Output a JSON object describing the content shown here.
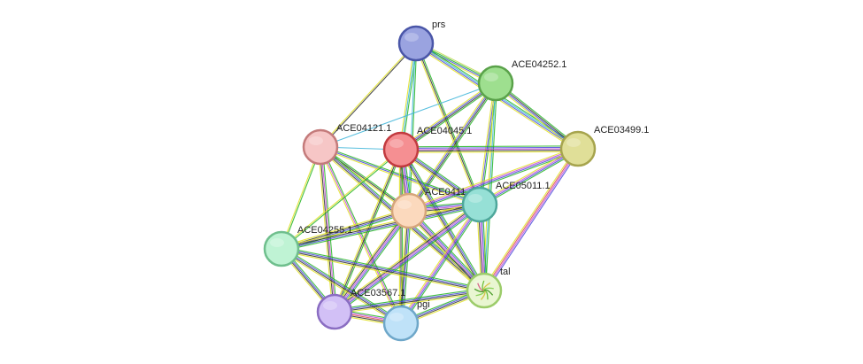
{
  "network": {
    "nodes": [
      {
        "id": "prs",
        "label": "prs",
        "fill": "#9aa3e0",
        "stroke": "#4a56a8"
      },
      {
        "id": "ACE04252.1",
        "label": "ACE04252.1",
        "fill": "#9edf8f",
        "stroke": "#5aa24a"
      },
      {
        "id": "ACE04121.1",
        "label": "ACE04121.1",
        "fill": "#f6c6c6",
        "stroke": "#c47b7b"
      },
      {
        "id": "ACE04045.1",
        "label": "ACE04045.1",
        "fill": "#f58f92",
        "stroke": "#c23a3f"
      },
      {
        "id": "ACE03499.1",
        "label": "ACE03499.1",
        "fill": "#e0df98",
        "stroke": "#a6a44d"
      },
      {
        "id": "ACE0411",
        "label": "ACE0411",
        "fill": "#fbd9bd",
        "stroke": "#d6a57b"
      },
      {
        "id": "ACE05011.1",
        "label": "ACE05011.1",
        "fill": "#96e0d6",
        "stroke": "#4ea79b"
      },
      {
        "id": "ACE04255.1",
        "label": "ACE04255.1",
        "fill": "#bff3d4",
        "stroke": "#6fbf8d"
      },
      {
        "id": "tal",
        "label": "tal",
        "fill": "#e9f6d2",
        "stroke": "#9ccc6a"
      },
      {
        "id": "ACE03567.1",
        "label": "ACE03567.1",
        "fill": "#d2c0f6",
        "stroke": "#8a6dc2"
      },
      {
        "id": "pgi",
        "label": "pgi",
        "fill": "#bfe2f8",
        "stroke": "#6ea7c9"
      }
    ],
    "edges": [
      {
        "from": "prs",
        "to": "ACE04252.1",
        "colors": [
          "#b8d64a",
          "#22b422",
          "#4a4ad8",
          "#e0e020"
        ]
      },
      {
        "from": "prs",
        "to": "ACE04121.1",
        "colors": [
          "#333333",
          "#e0e020"
        ]
      },
      {
        "from": "prs",
        "to": "ACE04045.1",
        "colors": [
          "#22b422",
          "#3bb4d8",
          "#e0e020"
        ]
      },
      {
        "from": "prs",
        "to": "ACE03499.1",
        "colors": [
          "#22b422",
          "#3bb4d8",
          "#4a4ad8",
          "#e0e020"
        ]
      },
      {
        "from": "prs",
        "to": "ACE0411",
        "colors": [
          "#22b422",
          "#3bb4d8"
        ]
      },
      {
        "from": "prs",
        "to": "ACE05011.1",
        "colors": [
          "#22b422",
          "#333333",
          "#e0e020"
        ]
      },
      {
        "from": "ACE04252.1",
        "to": "ACE04121.1",
        "colors": [
          "#3bb4d8"
        ]
      },
      {
        "from": "ACE04252.1",
        "to": "ACE04045.1",
        "colors": [
          "#22b422",
          "#333333",
          "#4a4ad8",
          "#e0e020"
        ]
      },
      {
        "from": "ACE04252.1",
        "to": "ACE03499.1",
        "colors": [
          "#22b422",
          "#333333",
          "#4a4ad8",
          "#e0e020"
        ]
      },
      {
        "from": "ACE04252.1",
        "to": "ACE0411",
        "colors": [
          "#22b422",
          "#333333",
          "#4a4ad8",
          "#e0e020"
        ]
      },
      {
        "from": "ACE04252.1",
        "to": "ACE05011.1",
        "colors": [
          "#22b422",
          "#4a4ad8",
          "#e0e020"
        ]
      },
      {
        "from": "ACE04252.1",
        "to": "tal",
        "colors": [
          "#22b422",
          "#3bb4d8",
          "#e0e020"
        ]
      },
      {
        "from": "ACE04121.1",
        "to": "ACE04045.1",
        "colors": [
          "#3bb4d8"
        ]
      },
      {
        "from": "ACE04121.1",
        "to": "ACE0411",
        "colors": [
          "#22b422",
          "#333333",
          "#e0e020"
        ]
      },
      {
        "from": "ACE04121.1",
        "to": "ACE05011.1",
        "colors": [
          "#22b422",
          "#4a4ad8",
          "#e0e020"
        ]
      },
      {
        "from": "ACE04121.1",
        "to": "ACE04255.1",
        "colors": [
          "#22b422",
          "#e0e020"
        ]
      },
      {
        "from": "ACE04121.1",
        "to": "tal",
        "colors": [
          "#22b422",
          "#4a4ad8",
          "#333333",
          "#e0e020"
        ]
      },
      {
        "from": "ACE04121.1",
        "to": "ACE03567.1",
        "colors": [
          "#22b422",
          "#c34ad8",
          "#333333",
          "#e0e020"
        ]
      },
      {
        "from": "ACE04121.1",
        "to": "pgi",
        "colors": [
          "#22b422",
          "#c34ad8",
          "#e0e020"
        ]
      },
      {
        "from": "ACE04045.1",
        "to": "ACE03499.1",
        "colors": [
          "#22b422",
          "#4a4ad8",
          "#c34ad8",
          "#333333",
          "#e0e020"
        ]
      },
      {
        "from": "ACE04045.1",
        "to": "ACE0411",
        "colors": [
          "#22b422",
          "#4a4ad8",
          "#c34ad8",
          "#333333",
          "#e0e020"
        ]
      },
      {
        "from": "ACE04045.1",
        "to": "ACE05011.1",
        "colors": [
          "#22b422",
          "#4a4ad8",
          "#333333",
          "#e0e020"
        ]
      },
      {
        "from": "ACE04045.1",
        "to": "tal",
        "colors": [
          "#22b422",
          "#4a4ad8",
          "#333333",
          "#e0e020"
        ]
      },
      {
        "from": "ACE04045.1",
        "to": "ACE04255.1",
        "colors": [
          "#22b422",
          "#e0e020"
        ]
      },
      {
        "from": "ACE04045.1",
        "to": "ACE03567.1",
        "colors": [
          "#22b422",
          "#333333",
          "#e0e020"
        ]
      },
      {
        "from": "ACE04045.1",
        "to": "pgi",
        "colors": [
          "#22b422",
          "#333333",
          "#e0e020"
        ]
      },
      {
        "from": "ACE03499.1",
        "to": "ACE0411",
        "colors": [
          "#22b422",
          "#4a4ad8",
          "#c34ad8",
          "#e0e020"
        ]
      },
      {
        "from": "ACE03499.1",
        "to": "ACE05011.1",
        "colors": [
          "#22b422",
          "#4a4ad8",
          "#c34ad8",
          "#e0e020"
        ]
      },
      {
        "from": "ACE03499.1",
        "to": "tal",
        "colors": [
          "#4a4ad8",
          "#c34ad8",
          "#d84a4a",
          "#e0e020"
        ]
      },
      {
        "from": "ACE0411",
        "to": "ACE05011.1",
        "colors": [
          "#22b422",
          "#4a4ad8",
          "#c34ad8",
          "#333333",
          "#e0e020"
        ]
      },
      {
        "from": "ACE0411",
        "to": "tal",
        "colors": [
          "#22b422",
          "#4a4ad8",
          "#c34ad8",
          "#333333",
          "#e0e020"
        ]
      },
      {
        "from": "ACE0411",
        "to": "ACE04255.1",
        "colors": [
          "#22b422",
          "#4a4ad8",
          "#333333",
          "#e0e020"
        ]
      },
      {
        "from": "ACE0411",
        "to": "ACE03567.1",
        "colors": [
          "#22b422",
          "#4a4ad8",
          "#c34ad8",
          "#333333",
          "#e0e020"
        ]
      },
      {
        "from": "ACE0411",
        "to": "pgi",
        "colors": [
          "#22b422",
          "#4a4ad8",
          "#333333",
          "#e0e020"
        ]
      },
      {
        "from": "ACE05011.1",
        "to": "tal",
        "colors": [
          "#22b422",
          "#4a4ad8",
          "#c34ad8",
          "#333333",
          "#e0e020"
        ]
      },
      {
        "from": "ACE05011.1",
        "to": "ACE04255.1",
        "colors": [
          "#22b422",
          "#4a4ad8",
          "#333333",
          "#e0e020"
        ]
      },
      {
        "from": "ACE05011.1",
        "to": "ACE03567.1",
        "colors": [
          "#22b422",
          "#4a4ad8",
          "#c34ad8",
          "#333333",
          "#e0e020"
        ]
      },
      {
        "from": "ACE05011.1",
        "to": "pgi",
        "colors": [
          "#22b422",
          "#4a4ad8",
          "#c34ad8",
          "#e0e020"
        ]
      },
      {
        "from": "ACE04255.1",
        "to": "tal",
        "colors": [
          "#22b422",
          "#4a4ad8",
          "#333333",
          "#e0e020"
        ]
      },
      {
        "from": "ACE04255.1",
        "to": "ACE03567.1",
        "colors": [
          "#22b422",
          "#4a4ad8",
          "#333333",
          "#e0e020"
        ]
      },
      {
        "from": "ACE04255.1",
        "to": "pgi",
        "colors": [
          "#22b422",
          "#4a4ad8",
          "#333333",
          "#e0e020"
        ]
      },
      {
        "from": "ACE03567.1",
        "to": "tal",
        "colors": [
          "#22b422",
          "#4a4ad8",
          "#333333",
          "#e0e020"
        ]
      },
      {
        "from": "ACE03567.1",
        "to": "pgi",
        "colors": [
          "#22b422",
          "#c34ad8",
          "#d84a4a",
          "#333333",
          "#e0e020"
        ]
      },
      {
        "from": "pgi",
        "to": "tal",
        "colors": [
          "#22b422",
          "#4a4ad8",
          "#333333",
          "#e0e020"
        ]
      }
    ]
  }
}
